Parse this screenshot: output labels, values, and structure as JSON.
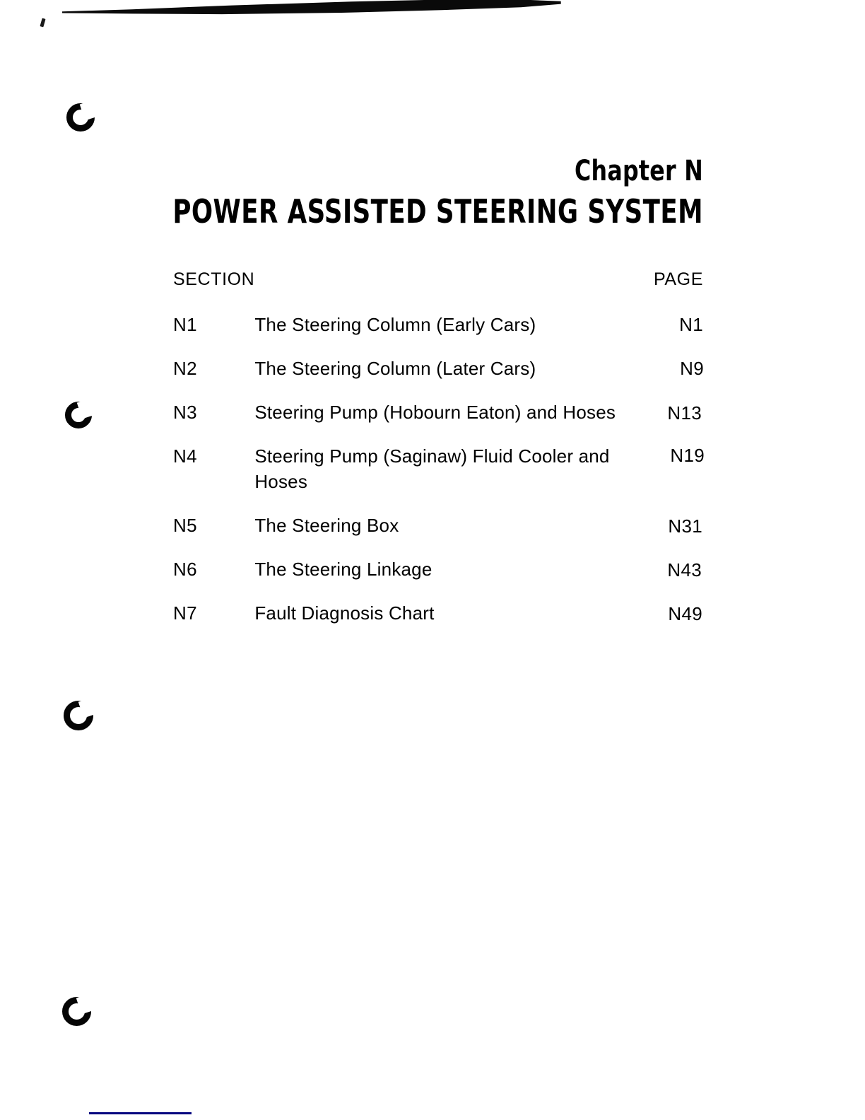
{
  "document": {
    "chapter_label": "Chapter N",
    "chapter_title": "POWER ASSISTED STEERING SYSTEM"
  },
  "contents": {
    "header": {
      "section_label": "SECTION",
      "page_label": "PAGE"
    },
    "rows": [
      {
        "number": "N1",
        "title": "The Steering Column (Early Cars)",
        "title_line2": "",
        "page": "N1"
      },
      {
        "number": "N2",
        "title": "The Steering Column (Later Cars)",
        "title_line2": "",
        "page": "N9"
      },
      {
        "number": "N3",
        "title": "Steering Pump (Hobourn Eaton) and Hoses",
        "title_line2": "",
        "page": "N13"
      },
      {
        "number": "N4",
        "title": "Steering Pump (Saginaw) Fluid Cooler and",
        "title_line2": "Hoses",
        "page": "N19"
      },
      {
        "number": "N5",
        "title": "The Steering Box",
        "title_line2": "",
        "page": "N31"
      },
      {
        "number": "N6",
        "title": "The Steering Linkage",
        "title_line2": "",
        "page": "N43"
      },
      {
        "number": "N7",
        "title": "Fault Diagnosis Chart",
        "title_line2": "",
        "page": "N49"
      }
    ]
  },
  "artifacts": {
    "ink_color": "#050505",
    "rule_color": "#00007e",
    "paper_color": "#ffffff"
  }
}
